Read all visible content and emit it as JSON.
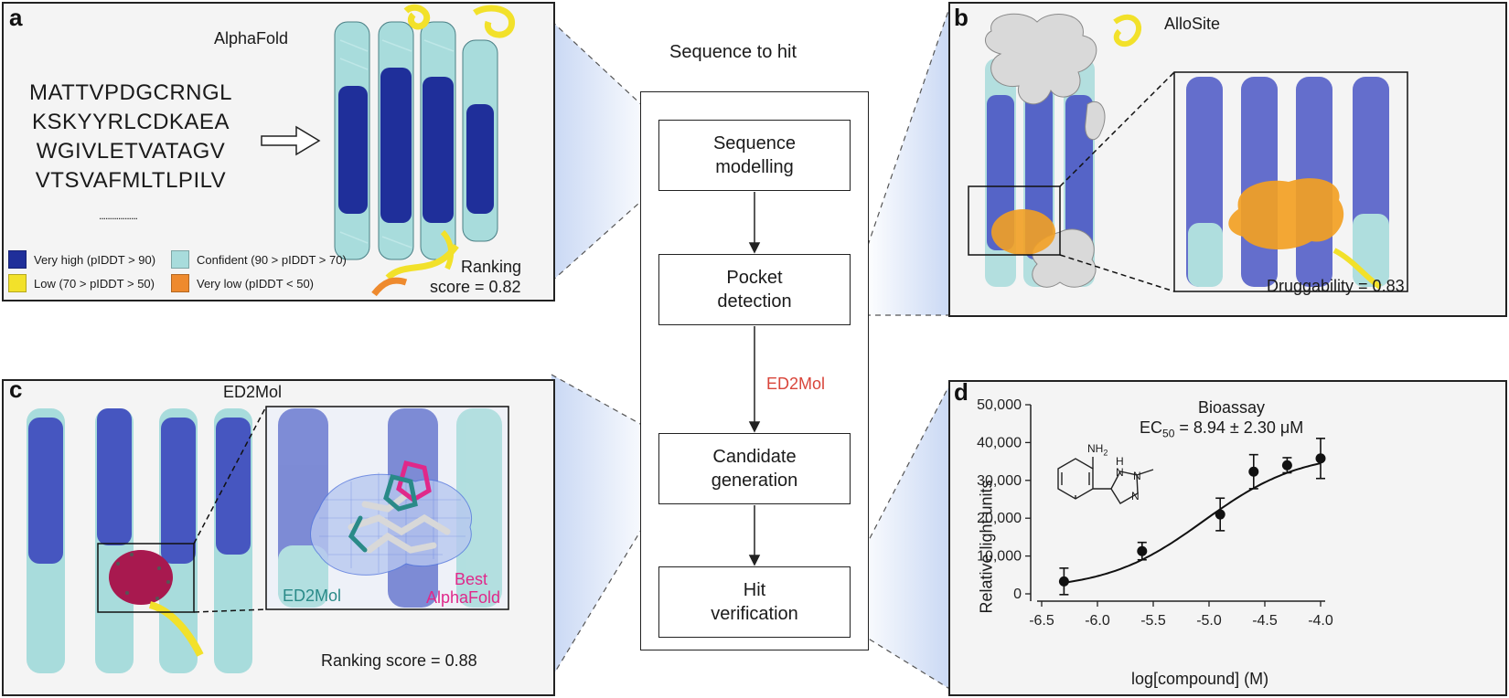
{
  "panel_a": {
    "label": "a",
    "title": "AlphaFold",
    "sequence_lines": [
      "MATTVPDGCRNGL",
      "KSKYYRLCDKAEA",
      "WGIVLETVATAGV",
      "VTSVAFMLTLPILV"
    ],
    "ellipsis": "..................",
    "ranking_line1": "Ranking",
    "ranking_line2": "score = 0.82",
    "legend": [
      {
        "label": "Very high (pIDDT > 90)",
        "color": "#1f2f9a"
      },
      {
        "label": "Confident (90 > pIDDT > 70)",
        "color": "#a8dcdc"
      },
      {
        "label": "Low (70 > pIDDT > 50)",
        "color": "#f2e12a"
      },
      {
        "label": "Very low (pIDDT < 50)",
        "color": "#ee8a2e"
      }
    ]
  },
  "panel_b": {
    "label": "b",
    "title": "AlloSite",
    "druggability": "Druggability = 0.83"
  },
  "panel_c": {
    "label": "c",
    "title": "ED2Mol",
    "inset_ed2mol": "ED2Mol",
    "inset_best_line1": "Best",
    "inset_best_line2": "AlphaFold",
    "ranking": "Ranking score = 0.88"
  },
  "panel_d": {
    "label": "d",
    "title": "Bioassay",
    "ec50_prefix": "EC",
    "ec50_sub": "50",
    "ec50_value": " = 8.94 ± 2.30 μM",
    "molecule_nh2": "NH",
    "molecule_nh2_sub": "2",
    "molecule_h": "H",
    "molecule_n1": "N",
    "molecule_n2": "N",
    "molecule_n3": "N"
  },
  "flow": {
    "title": "Sequence to hit",
    "steps": [
      "Sequence\nmodelling",
      "Pocket\ndetection",
      "Candidate\ngeneration",
      "Hit\nverification"
    ],
    "arrow_label": "ED2Mol",
    "arrow_label_color": "#d9453a"
  },
  "chart_data": {
    "type": "scatter",
    "title": "Bioassay",
    "xlabel": "log[compound] (M)",
    "ylabel": "Relative light units",
    "xlim": [
      -6.5,
      -4.0
    ],
    "ylim": [
      0,
      50000
    ],
    "x_ticks": [
      "-6.5",
      "-6.0",
      "-5.5",
      "-5.0",
      "-4.5",
      "-4.0"
    ],
    "y_ticks": [
      "0",
      "10,000",
      "20,000",
      "30,000",
      "40,000",
      "50,000"
    ],
    "points": [
      {
        "x": -6.3,
        "y": 3300,
        "err": 3500
      },
      {
        "x": -5.6,
        "y": 11300,
        "err": 2300
      },
      {
        "x": -4.9,
        "y": 21000,
        "err": 4300
      },
      {
        "x": -4.6,
        "y": 32300,
        "err": 4500
      },
      {
        "x": -4.3,
        "y": 34000,
        "err": 2000
      },
      {
        "x": -4.0,
        "y": 35800,
        "err": 5300
      }
    ],
    "fit_curve": {
      "bottom": 1000,
      "top": 37500,
      "logEC50": -5.05,
      "hill": 1.0
    },
    "grid": false
  }
}
